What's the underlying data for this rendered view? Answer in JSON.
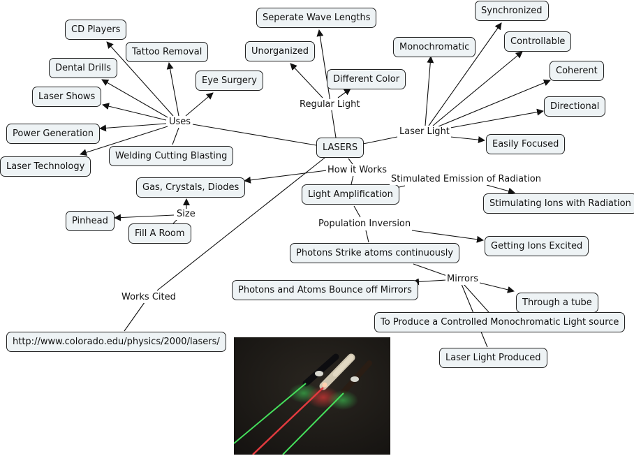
{
  "concept_map": {
    "root": "LASERS",
    "nodes": {
      "lasers": "LASERS",
      "cd_players": "CD Players",
      "tattoo_removal": "Tattoo Removal",
      "dental_drills": "Dental Drills",
      "eye_surgery": "Eye Surgery",
      "laser_shows": "Laser Shows",
      "power_generation": "Power Generation",
      "welding": "Welding Cutting Blasting",
      "laser_technology": "Laser Technology",
      "seperate_wave_lengths": "Seperate Wave Lengths",
      "unorganized": "Unorganized",
      "different_color": "Different Color",
      "monochromatic": "Monochromatic",
      "synchronized": "Synchronized",
      "controllable": "Controllable",
      "coherent": "Coherent",
      "directional": "Directional",
      "easily_focused": "Easily Focused",
      "gas_crystals_diodes": "Gas, Crystals, Diodes",
      "pinhead": "Pinhead",
      "fill_a_room": "Fill A Room",
      "light_amplification": "Light Amplification",
      "stimulating_ions": "Stimulating Ions with Radiation",
      "getting_ions_excited": "Getting Ions Excited",
      "photons_strike": "Photons Strike atoms continuously",
      "photons_bounce": "Photons and Atoms Bounce off Mirrors",
      "through_a_tube": "Through a tube",
      "controlled_source": "To Produce a Controlled Monochromatic Light source",
      "laser_light_produced": "Laser Light Produced",
      "citation_url": "http://www.colorado.edu/physics/2000/lasers/"
    },
    "linking_phrases": {
      "uses": "Uses",
      "regular_light": "Regular Light",
      "laser_light": "Laser Light",
      "how_it_works": "How it Works",
      "size": "Size",
      "stimulated_emission": "Stimulated Emission of Radiation",
      "population_inversion": "Population Inversion",
      "mirrors": "Mirrors",
      "works_cited": "Works Cited"
    },
    "image": {
      "description": "Photo of three laser pointers emitting green, red and green beams",
      "beam_colors": [
        "#35d84a",
        "#e0343a",
        "#35d84a"
      ]
    },
    "colors": {
      "node_fill": "#eef3f5",
      "node_border": "#222222",
      "line": "#111111"
    }
  }
}
